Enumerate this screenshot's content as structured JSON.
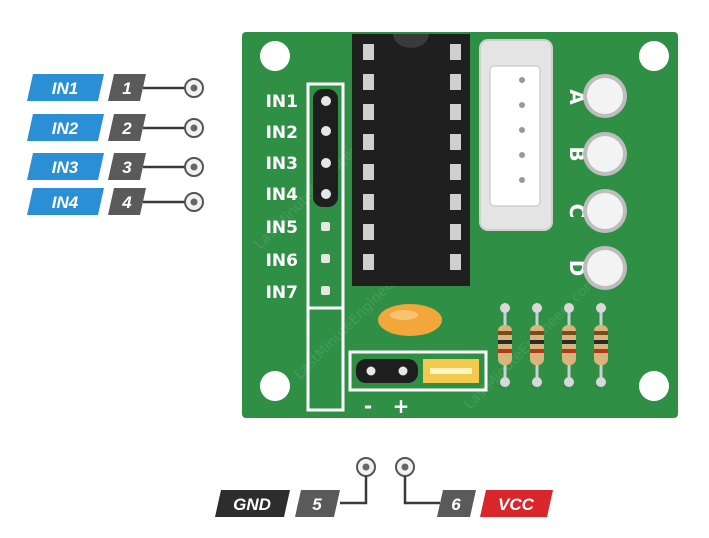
{
  "inputs": [
    {
      "name": "IN1",
      "number": "1"
    },
    {
      "name": "IN2",
      "number": "2"
    },
    {
      "name": "IN3",
      "number": "3"
    },
    {
      "name": "IN4",
      "number": "4"
    }
  ],
  "power": {
    "gnd": {
      "name": "GND",
      "number": "5"
    },
    "vcc": {
      "name": "VCC",
      "number": "6"
    }
  },
  "board": {
    "header_labels": [
      "IN1",
      "IN2",
      "IN3",
      "IN4",
      "IN5",
      "IN6",
      "IN7"
    ],
    "motor_labels": [
      "A",
      "B",
      "C",
      "D"
    ],
    "minus": "-",
    "plus": "+",
    "watermark": "LastMinuteEngineers.com"
  },
  "colors": {
    "pcb": "#2e8f45",
    "in_label": "#2b8fd6",
    "number_tag": "#5a5a5a",
    "gnd_label": "#2d2d2d",
    "vcc_label": "#d8262a"
  }
}
